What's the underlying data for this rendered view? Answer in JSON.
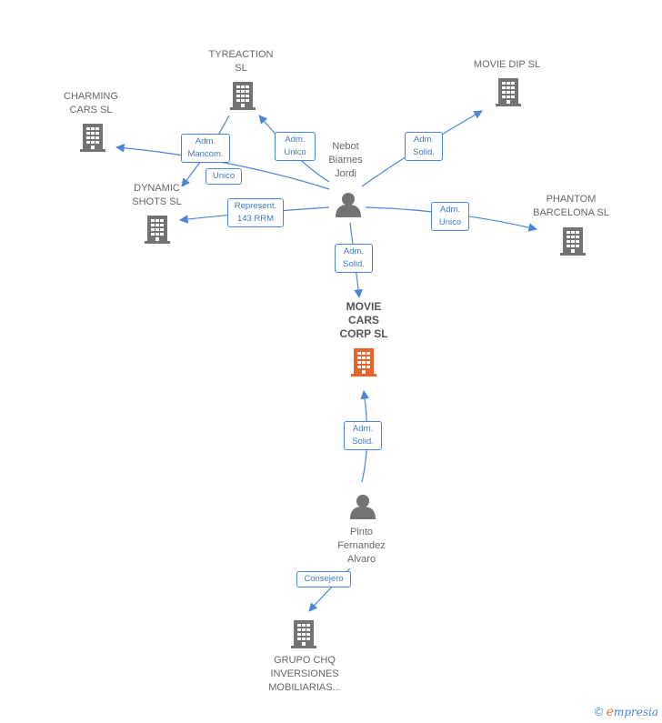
{
  "colors": {
    "edge": "#4a86d8",
    "building": "#737373",
    "building_main": "#e8622a",
    "person": "#737373"
  },
  "nodes": {
    "tyreaction": {
      "label": "TYREACTION\nSL",
      "icon": "building-icon"
    },
    "movie_dip": {
      "label": "MOVIE DIP  SL",
      "icon": "building-icon"
    },
    "charming": {
      "label": "CHARMING\nCARS  SL",
      "icon": "building-icon"
    },
    "dynamic": {
      "label": "DYNAMIC\nSHOTS  SL",
      "icon": "building-icon"
    },
    "phantom": {
      "label": "PHANTOM\nBARCELONA SL",
      "icon": "building-icon"
    },
    "movie_cars": {
      "label": "MOVIE\nCARS\nCORP  SL",
      "icon": "building-icon"
    },
    "nebot": {
      "label": "Nebot\nBiarnes\nJordi",
      "icon": "person-icon"
    },
    "pinto": {
      "label": "Pinto\nFernandez\nAlvaro",
      "icon": "person-icon"
    },
    "grupo": {
      "label": "GRUPO CHQ\nINVERSIONES\nMOBILIARIAS...",
      "icon": "building-icon"
    }
  },
  "edges": {
    "adm_mancom": "Adm.\nMancom.",
    "unico_charming": "Unico",
    "adm_unico_tyre": "Adm.\nUnico",
    "adm_solid_dip": "Adm.\nSolid.",
    "represent": "Represent.\n143 RRM",
    "adm_unico_phantom": "Adm.\nUnico",
    "adm_solid_movie": "Adm.\nSolid.",
    "adm_solid_pinto": "Adm.\nSolid.",
    "consejero": "Consejero"
  },
  "footer": {
    "copyright": "©",
    "brand_e": "e",
    "brand_rest": "mpresia"
  }
}
